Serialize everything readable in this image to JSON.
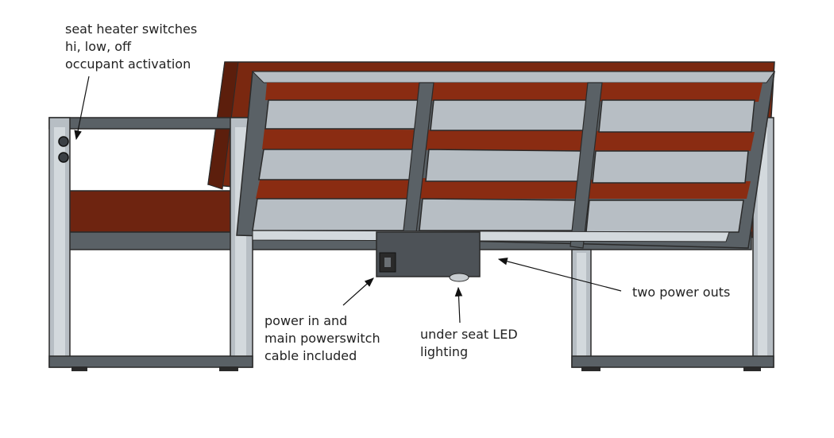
{
  "colors": {
    "wood": "#8a2c12",
    "wood_dark": "#6e2410",
    "steel": "#b7bec4",
    "steel_light": "#d3d9dd",
    "steel_dark": "#5a6166",
    "outline": "#2a2a2a",
    "box": "#4d5257",
    "text": "#222222"
  },
  "callouts": {
    "seat_heater": {
      "lines": [
        "seat heater switches",
        "hi, low, off",
        "occupant activation"
      ]
    },
    "power_in": {
      "lines": [
        "power in and",
        "main powerswitch",
        "cable included"
      ]
    },
    "led": {
      "lines": [
        "under seat LED",
        "lighting"
      ]
    },
    "power_outs": {
      "lines": [
        "two power outs"
      ]
    }
  }
}
